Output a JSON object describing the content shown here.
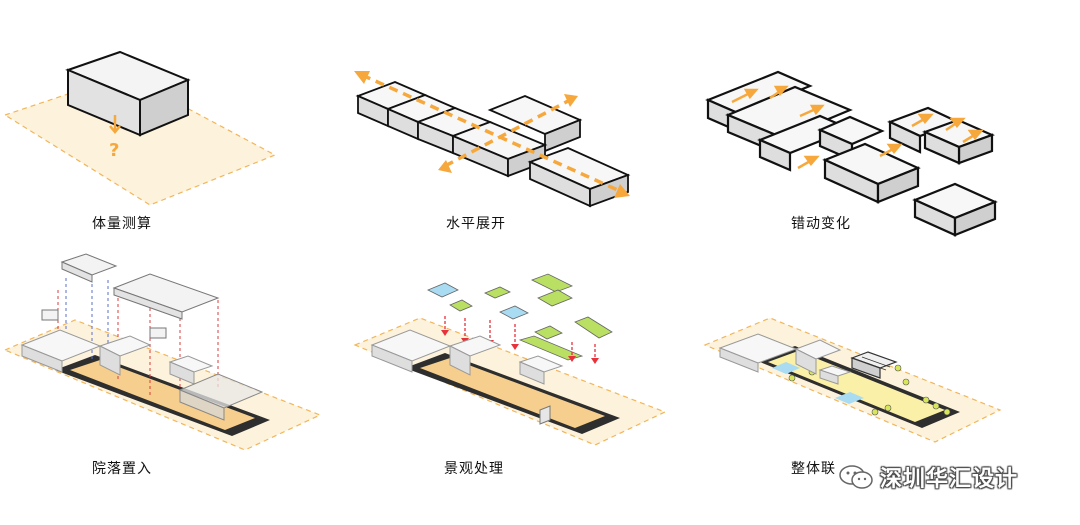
{
  "captions": {
    "p1": "体量测算",
    "p2": "水平展开",
    "p3": "错动变化",
    "p4": "院落置入",
    "p5": "景观处理",
    "p6": "整体联"
  },
  "marks": {
    "question": "?"
  },
  "watermark": {
    "text": "深圳华汇设计",
    "icon": "wechat-icon"
  },
  "colors": {
    "site": "#fdf3dc",
    "site_border": "#f2b55a",
    "arrow": "#f6a83c",
    "courtyard": "#f6cf8e",
    "slab": "#2e2e2e",
    "green": "#b9df63",
    "water": "#a9dcf2",
    "drop_arrow": "#e8313a",
    "block_top": "#ffffff",
    "block_side": "#dcdcdc"
  }
}
